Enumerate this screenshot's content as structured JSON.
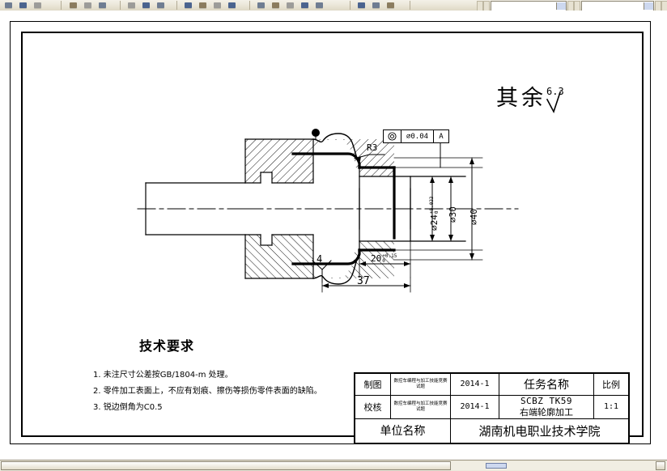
{
  "app": {
    "type": "cad-drawing-viewer",
    "toolbar_visible_strip": true
  },
  "toolbar": {
    "groups": [
      {
        "name": "file-group",
        "icons": [
          "new-icon",
          "open-icon",
          "save-icon"
        ]
      },
      {
        "name": "edit-group",
        "icons": [
          "cut-icon",
          "copy-icon",
          "paste-icon",
          "undo-icon"
        ]
      },
      {
        "name": "view-group",
        "icons": [
          "zoom-icon",
          "pan-icon",
          "print-icon",
          "layer-icon"
        ]
      },
      {
        "name": "prop-group",
        "icons": [
          "color-icon",
          "linetype-icon"
        ]
      }
    ],
    "combos": [
      {
        "name": "layer-combo",
        "value": ""
      },
      {
        "name": "color-combo",
        "value": ""
      },
      {
        "name": "linetype-combo",
        "value": ""
      },
      {
        "name": "lineweight-combo",
        "value": ""
      }
    ]
  },
  "drawing": {
    "surface_note": {
      "label": "其余",
      "roughness": "6.3",
      "symbol": "triangle-roughness-icon"
    },
    "radius_callout": "R3",
    "chamfer_callout": "4",
    "geometric_tolerance": {
      "symbol": "concentricity-icon",
      "value": "⌀0.04",
      "datum": "A"
    },
    "dimensions": {
      "dia_24": {
        "text": "⌀24",
        "tol_upper": "+0.033",
        "tol_lower": "0"
      },
      "dia_30": {
        "text": "⌀30"
      },
      "dia_40": {
        "text": "⌀40"
      },
      "len_20": {
        "text": "20",
        "tol_upper": "+0.15",
        "tol_lower": "0"
      },
      "len_37": {
        "text": "37"
      }
    }
  },
  "technical_requirements": {
    "title": "技术要求",
    "items": [
      "1. 未注尺寸公差按GB/1804-m  处理。",
      "2. 零件加工表面上，不应有划痕、擦伤等损伤零件表面的缺陷。",
      "3. 锐边倒角为C0.5"
    ]
  },
  "title_block": {
    "row1": {
      "role": "制图",
      "org": "数控车编程与加工技能竞赛试题",
      "date": "2014-1",
      "task_label": "任务名称",
      "scale_label": "比例"
    },
    "row2": {
      "role": "校核",
      "org": "数控车编程与加工技能竞赛试题",
      "date": "2014-1",
      "part_code": "SCBZ TK59",
      "part_name": "右端轮廓加工",
      "scale_value": "1:1"
    },
    "row3": {
      "unit_label": "单位名称",
      "unit_value": "湖南机电职业技术学院"
    }
  },
  "scrollbar": {
    "name": "horizontal-scrollbar",
    "orientation": "horizontal"
  },
  "colors": {
    "line": "#000000",
    "paper": "#ffffff",
    "chrome": "#ece8da"
  }
}
